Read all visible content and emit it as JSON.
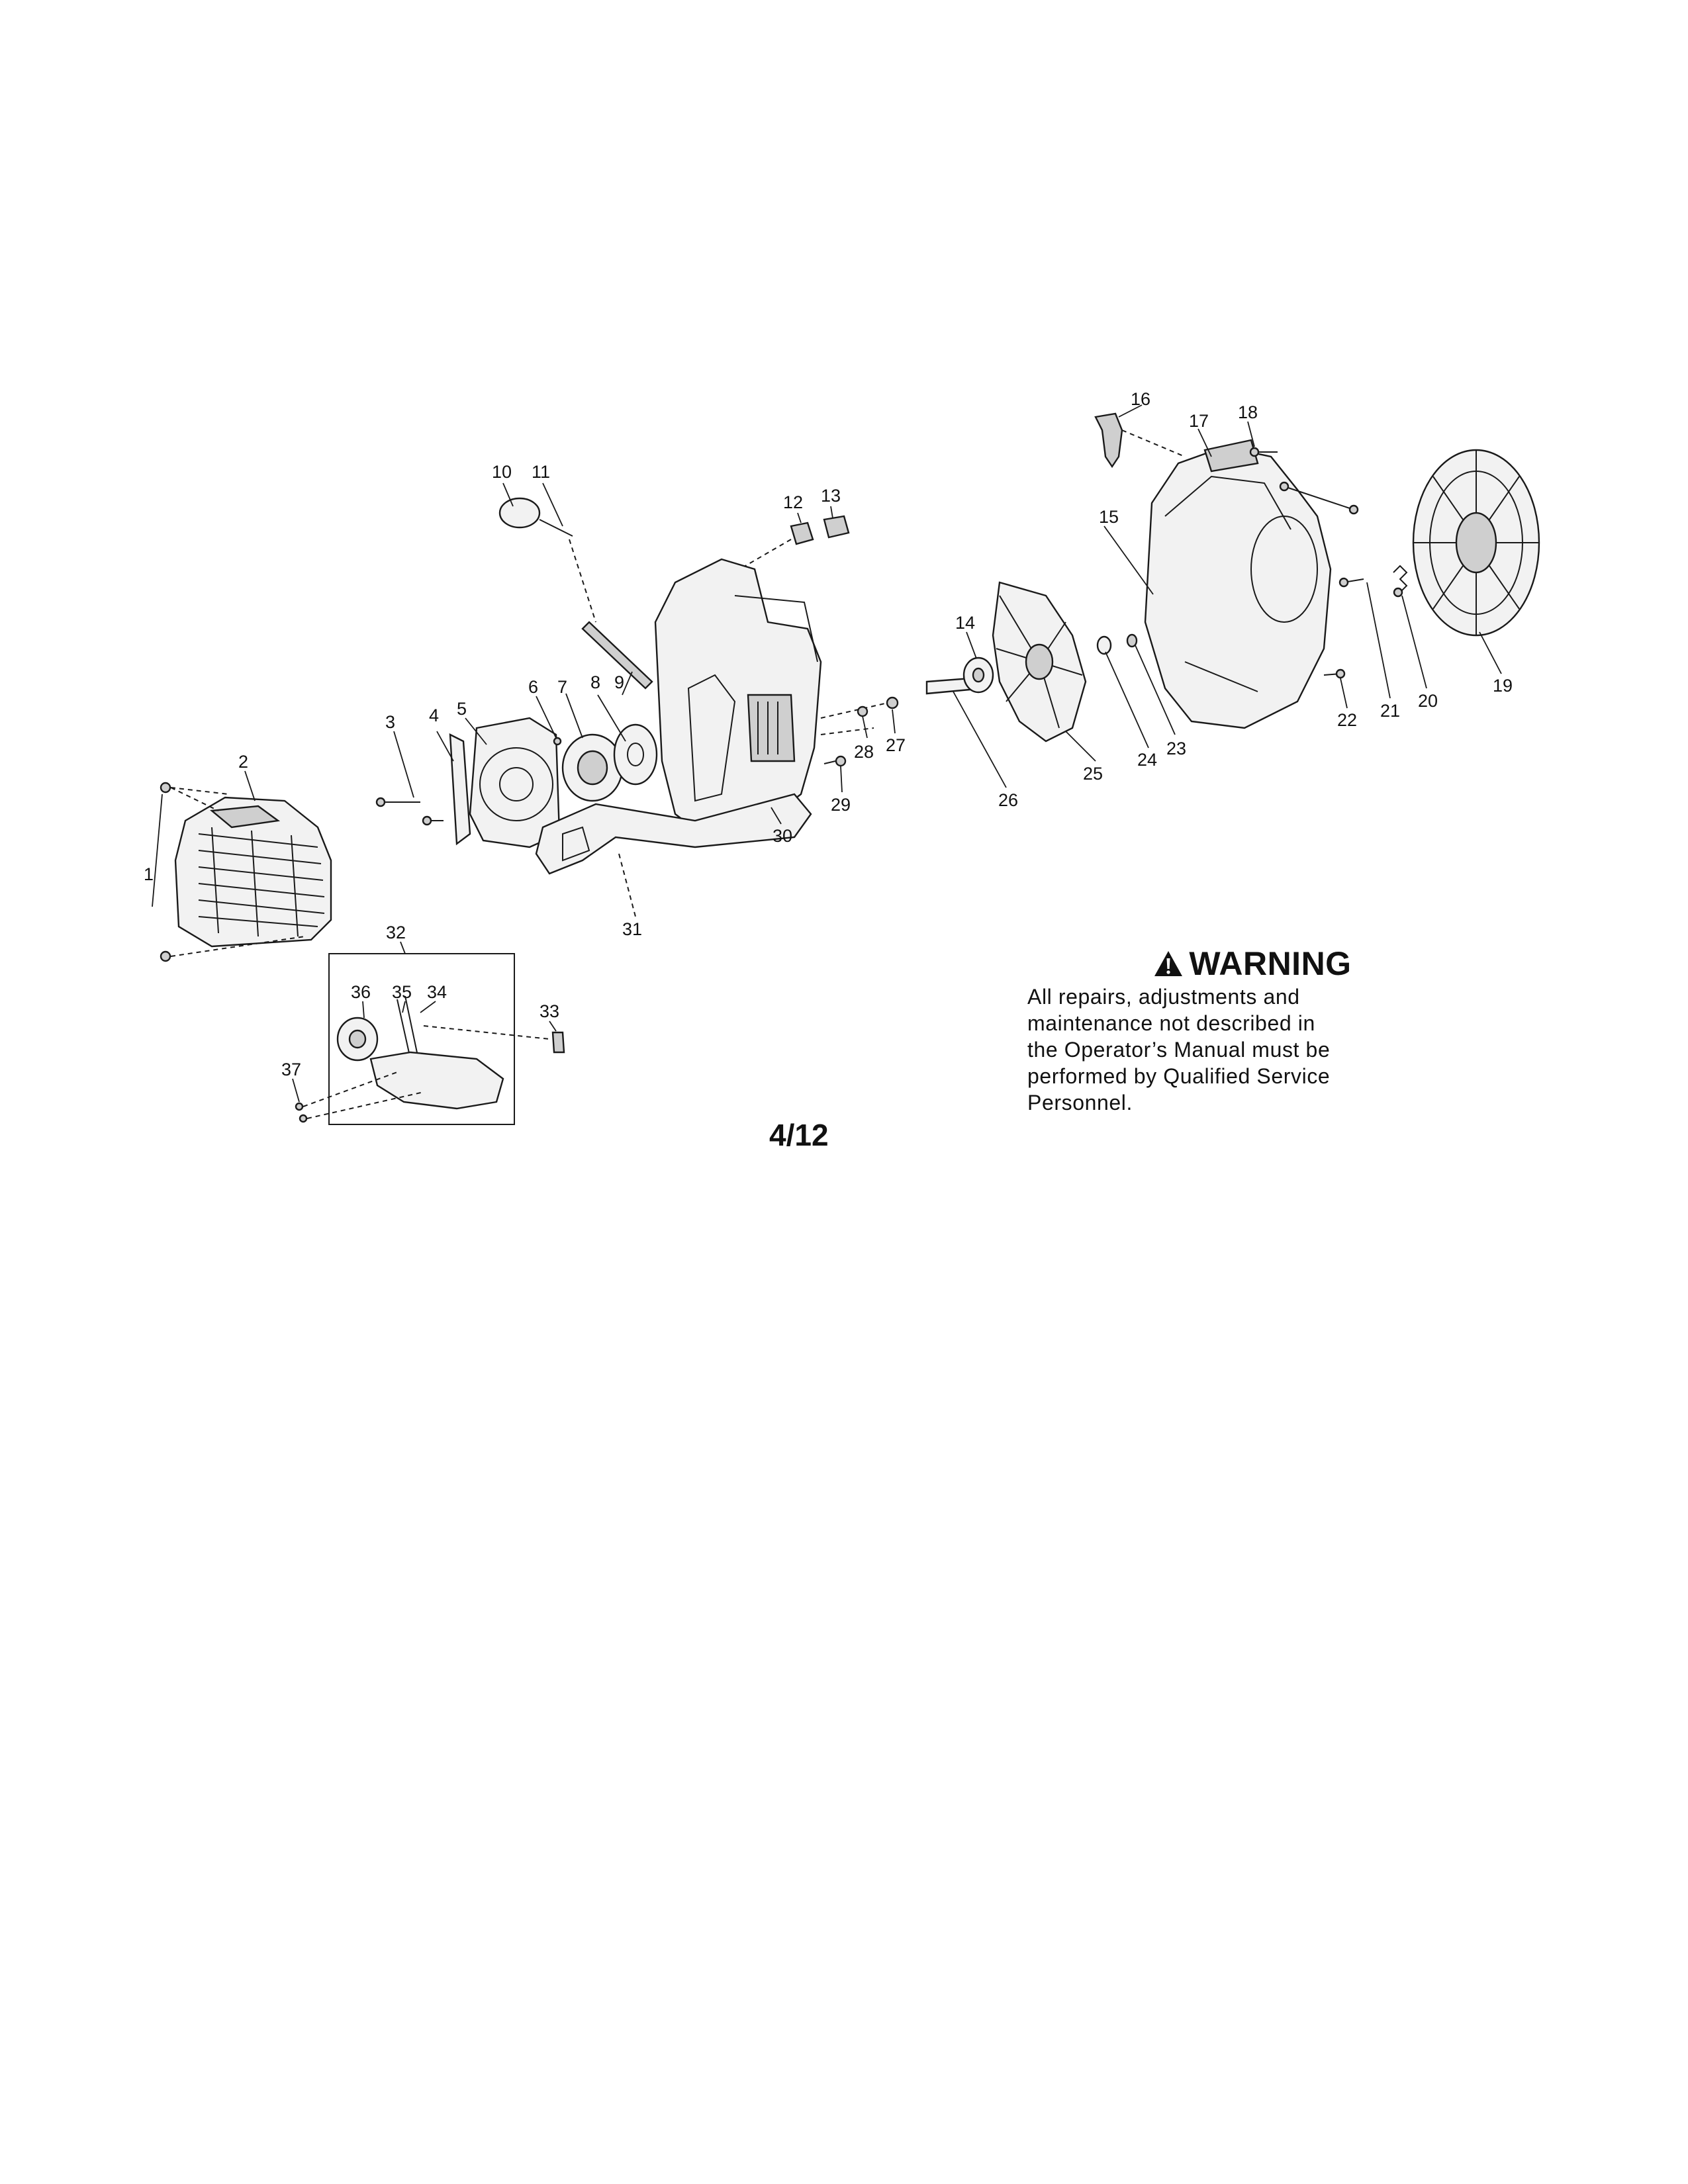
{
  "diagram": {
    "callouts": [
      "1",
      "2",
      "3",
      "4",
      "5",
      "6",
      "7",
      "8",
      "9",
      "10",
      "11",
      "12",
      "13",
      "14",
      "15",
      "16",
      "17",
      "18",
      "19",
      "20",
      "21",
      "22",
      "23",
      "24",
      "25",
      "26",
      "27",
      "28",
      "29",
      "30",
      "31",
      "32",
      "33",
      "34",
      "35",
      "36",
      "37"
    ]
  },
  "warning": {
    "title": "WARNING",
    "icon": "warning-triangle-icon",
    "lines": [
      "All repairs, adjustments and",
      "maintenance not described in",
      "the Operator’s Manual must be",
      "performed by Qualified Service",
      "Personnel."
    ]
  },
  "page": {
    "number": "4/12"
  }
}
